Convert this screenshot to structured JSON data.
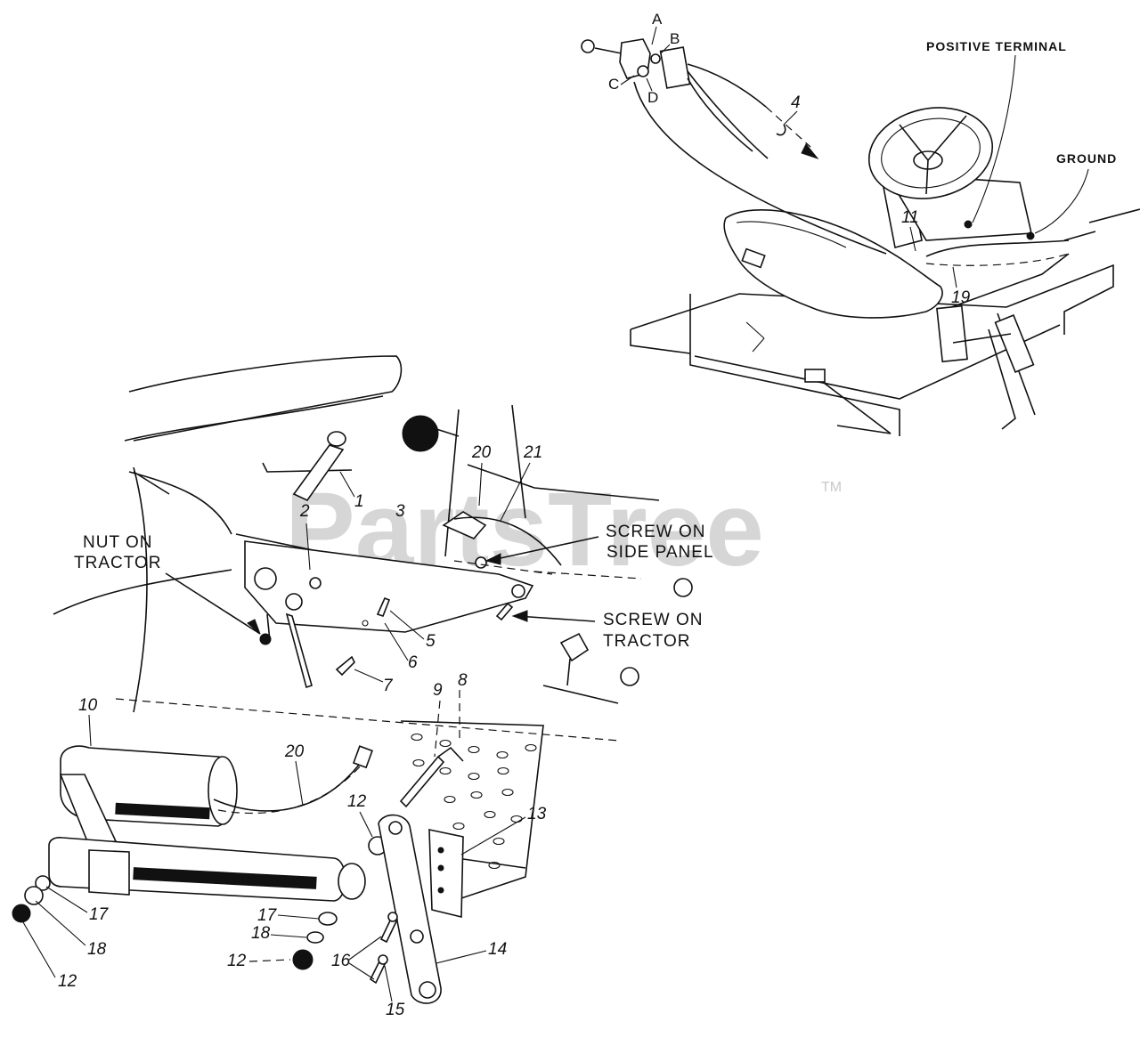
{
  "diagram": {
    "watermark": "PartsTree",
    "trademark": "TM",
    "labels": {
      "positive_terminal": "POSITIVE TERMINAL",
      "ground": "GROUND",
      "nut_on_tractor_1": "NUT ON",
      "nut_on_tractor_2": "TRACTOR",
      "screw_side_panel_1": "SCREW ON",
      "screw_side_panel_2": "SIDE PANEL",
      "screw_tractor_1": "SCREW ON",
      "screw_tractor_2": "TRACTOR"
    },
    "connector_letters": {
      "a": "A",
      "b": "B",
      "c": "C",
      "d": "D"
    },
    "callouts": {
      "c1": "1",
      "c2": "2",
      "c3": "3",
      "c4": "4",
      "c5": "5",
      "c6": "6",
      "c7": "7",
      "c8": "8",
      "c9": "9",
      "c10": "10",
      "c11": "11",
      "c12a": "12",
      "c12b": "12",
      "c12c": "12",
      "c13": "13",
      "c14": "14",
      "c15": "15",
      "c16": "16",
      "c17a": "17",
      "c17b": "17",
      "c18a": "18",
      "c18b": "18",
      "c19": "19",
      "c20a": "20",
      "c20b": "20",
      "c21": "21"
    }
  }
}
